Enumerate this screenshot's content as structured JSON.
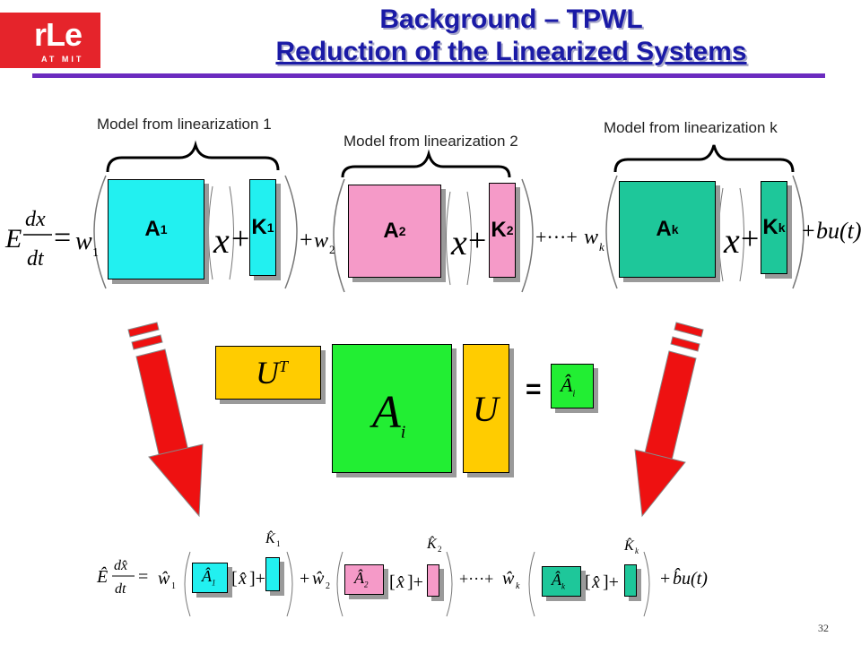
{
  "logo": {
    "main": "rLe",
    "sub": "AT MIT"
  },
  "title": {
    "line1": "Background – TPWL",
    "line2": "Reduction of the Linearized Systems"
  },
  "labels": {
    "model1": "Model from linearization 1",
    "model2": "Model from linearization 2",
    "modelk": "Model from linearization k"
  },
  "top_eq": {
    "lhs": "E dx/dt = w1",
    "A1": "A",
    "A1_sub": "1",
    "K1": "K",
    "K1_sub": "1",
    "A2": "A",
    "A2_sub": "2",
    "K2": "K",
    "K2_sub": "2",
    "Ak": "A",
    "Ak_sub": "k",
    "Kk": "K",
    "Kk_sub": "k",
    "plus_w2": "+w2",
    "dots_wk": "+···+wk",
    "bu": "+bu(t)"
  },
  "middle": {
    "UT": "U^T",
    "Ai": "A_i",
    "U": "U",
    "equals": "=",
    "Ahat": "Â_i"
  },
  "bottom_eq": {
    "lhs": "Ê dx̂/dt = ŵ1"
  },
  "colors": {
    "cyan": "#22f0f0",
    "pink": "#f59ac8",
    "teal": "#1ec79a",
    "green": "#22ee33",
    "yellow": "#ffcc00",
    "red": "#ee1111",
    "title": "#1a1aa6",
    "rule": "#6b2bbf"
  },
  "page_number": "32"
}
